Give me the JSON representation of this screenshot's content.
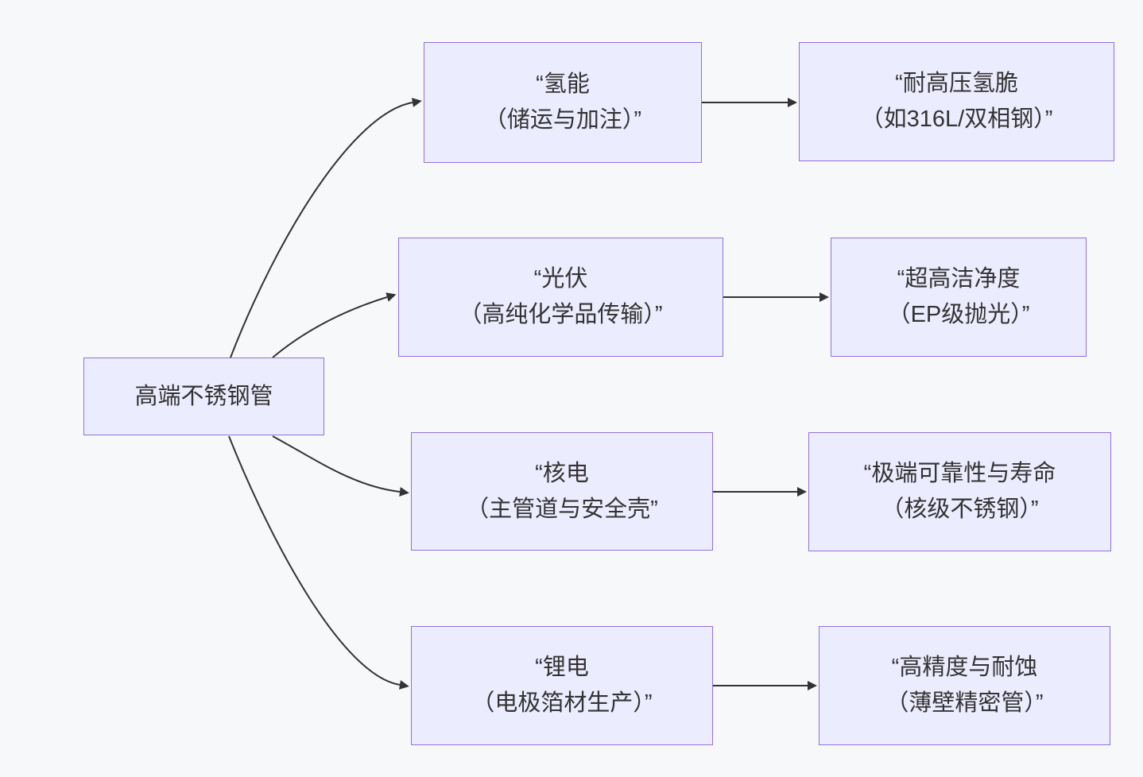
{
  "diagram": {
    "type": "flowchart-left-to-right",
    "root": {
      "label": "高端不锈钢管"
    },
    "branches": [
      {
        "mid": {
          "line1": "“氢能",
          "line2": "（储运与加注）”"
        },
        "end": {
          "line1": "“耐高压氢脆",
          "line2": "（如316L/双相钢）”"
        }
      },
      {
        "mid": {
          "line1": "“光伏",
          "line2": "（高纯化学品传输）”"
        },
        "end": {
          "line1": "“超高洁净度",
          "line2": "（EP级抛光）”"
        }
      },
      {
        "mid": {
          "line1": "“核电",
          "line2": "（主管道与安全壳”"
        },
        "end": {
          "line1": "“极端可靠性与寿命",
          "line2": "（核级不锈钢）”"
        }
      },
      {
        "mid": {
          "line1": "“锂电",
          "line2": "（电极箔材生产）”"
        },
        "end": {
          "line1": "“高精度与耐蚀",
          "line2": "（薄壁精密管）”"
        }
      }
    ]
  },
  "colors": {
    "background": "#F7F8FA",
    "node_fill": "#ECECFF",
    "node_border": "#9370DB",
    "edge": "#333333",
    "text": "#333333"
  }
}
